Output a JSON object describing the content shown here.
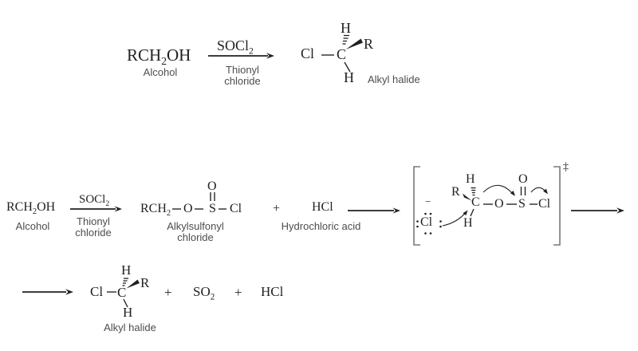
{
  "colors": {
    "formula": "#231f20",
    "label": "#4c4d4f",
    "line": "#231f20",
    "bracket": "#77787b"
  },
  "row1": {
    "alcohol": {
      "main": "RCH",
      "sub": "2",
      "end": "OH",
      "label": "Alcohol"
    },
    "reagent": {
      "main": "SOCl",
      "sub": "2",
      "label1": "Thionyl",
      "label2": "chloride"
    },
    "product": {
      "cl": "Cl",
      "c": "C",
      "h_top": "H",
      "r": "R",
      "h_bottom": "H",
      "label": "Alkyl halide"
    }
  },
  "row2": {
    "alcohol": {
      "main": "RCH",
      "sub": "2",
      "end": "OH",
      "label": "Alcohol"
    },
    "reagent": {
      "main": "SOCl",
      "sub": "2",
      "label1": "Thionyl",
      "label2": "chloride"
    },
    "sulfonyl_chloride": {
      "main": "RCH",
      "sub": "2",
      "o": "O",
      "s": "S",
      "cl": "Cl",
      "o_top": "O",
      "label1": "Alkylsulfonyl",
      "label2": "chloride"
    },
    "plus": "+",
    "acid": {
      "formula": "HCl",
      "label": "Hydrochloric acid"
    },
    "transition_state": {
      "charge": "−",
      "chloride_ion": "Cl",
      "r": "R",
      "h_top": "H",
      "c": "C",
      "h_bottom": "H",
      "o": "O",
      "s": "S",
      "o_top": "O",
      "cl": "Cl",
      "double_dagger": "‡"
    }
  },
  "row3": {
    "product": {
      "cl": "Cl",
      "c": "C",
      "h_top": "H",
      "r": "R",
      "h_bottom": "H",
      "label": "Alkyl halide"
    },
    "plus1": "+",
    "sulfur_dioxide": {
      "main": "SO",
      "sub": "2"
    },
    "plus2": "+",
    "hydrogen_chloride": "HCl"
  }
}
